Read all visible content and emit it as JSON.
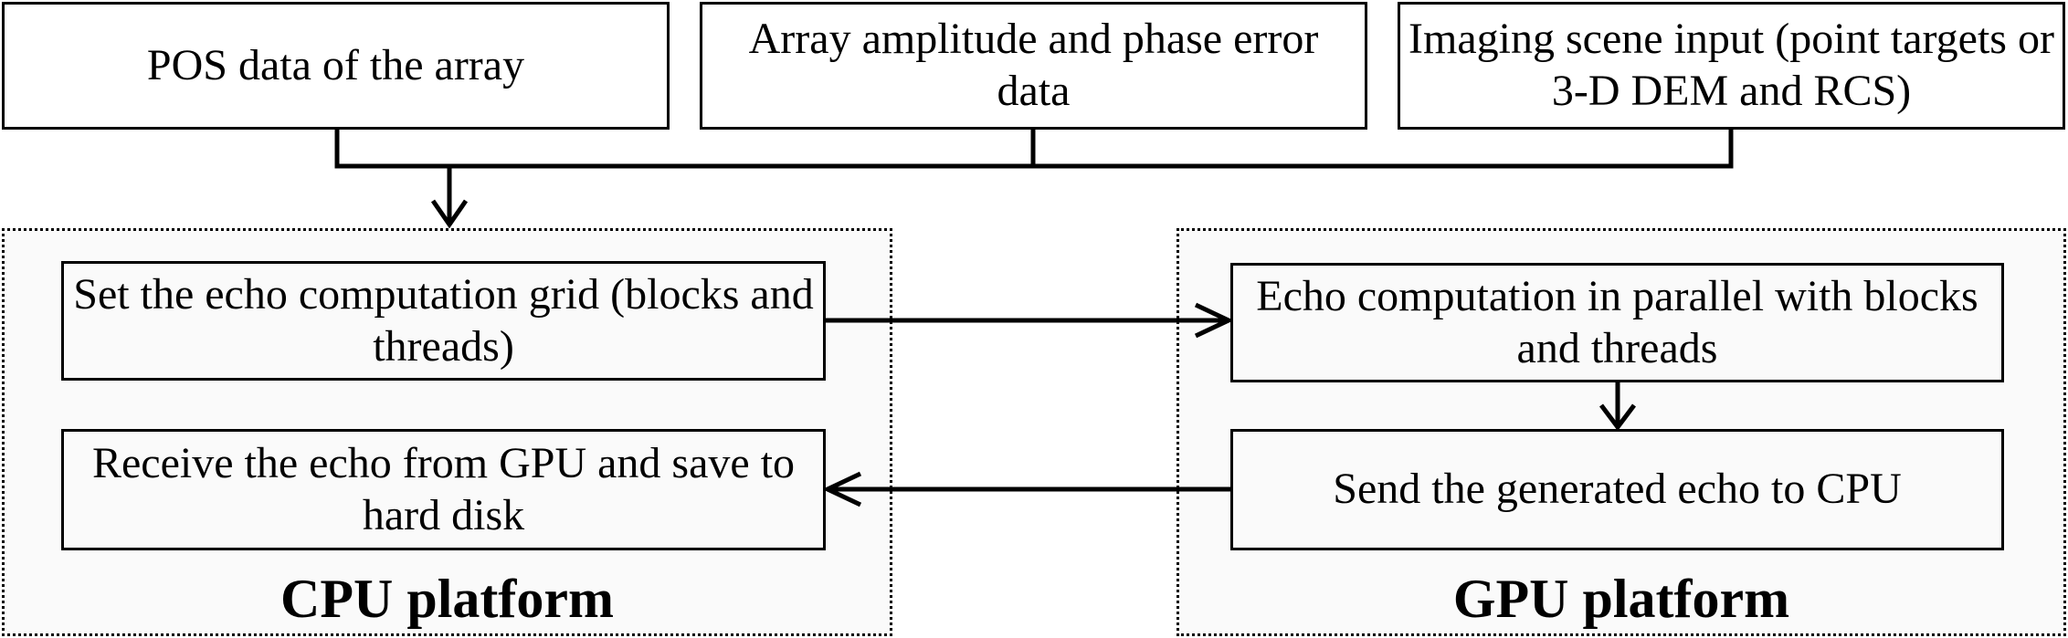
{
  "inputs": {
    "pos_data": "POS data of the array",
    "error_data": "Array amplitude and phase error data",
    "scene_input": "Imaging scene input (point targets or 3-D DEM and RCS)"
  },
  "cpu": {
    "title": "CPU platform",
    "set_grid": "Set the echo computation grid (blocks and threads)",
    "receive_echo": "Receive the echo from GPU and save to hard disk"
  },
  "gpu": {
    "title": "GPU platform",
    "echo_compute": "Echo computation in parallel with blocks and threads",
    "send_echo": "Send the generated echo to CPU"
  }
}
